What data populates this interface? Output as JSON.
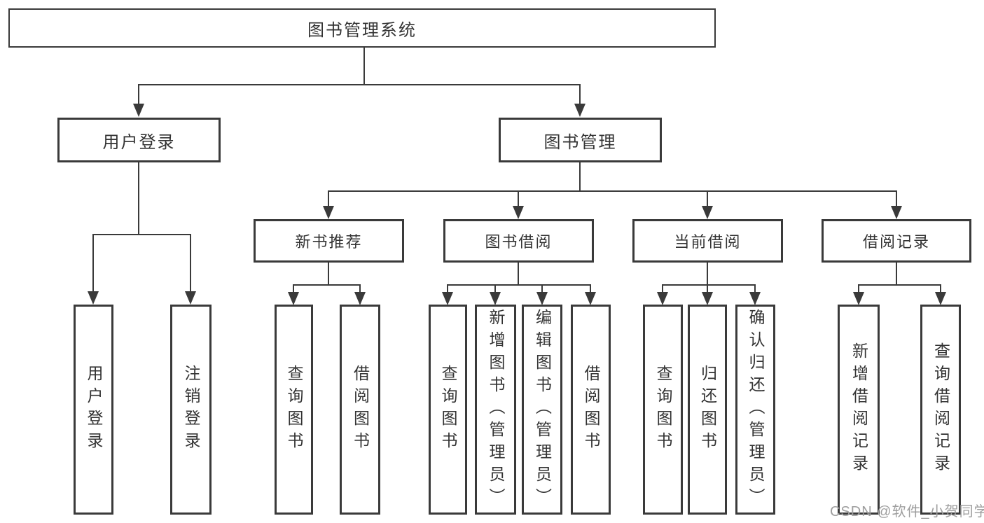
{
  "diagram": {
    "type": "hierarchy-tree",
    "root": {
      "label": "图书管理系统"
    },
    "branches": [
      {
        "label": "用户登录",
        "children": [
          {
            "label": "用户登录"
          },
          {
            "label": "注销登录"
          }
        ]
      },
      {
        "label": "图书管理",
        "children": [
          {
            "label": "新书推荐",
            "children": [
              {
                "label": "查询图书"
              },
              {
                "label": "借阅图书"
              }
            ]
          },
          {
            "label": "图书借阅",
            "children": [
              {
                "label": "查询图书"
              },
              {
                "label": "新增图书（管理员）"
              },
              {
                "label": "编辑图书（管理员）"
              },
              {
                "label": "借阅图书"
              }
            ]
          },
          {
            "label": "当前借阅",
            "children": [
              {
                "label": "查询图书"
              },
              {
                "label": "归还图书"
              },
              {
                "label": "确认归还（管理员）"
              }
            ]
          },
          {
            "label": "借阅记录",
            "children": [
              {
                "label": "新增借阅记录"
              },
              {
                "label": "查询借阅记录"
              }
            ]
          }
        ]
      }
    ]
  },
  "watermark": {
    "text": "CSDN @软件_小贺同学"
  },
  "colors": {
    "line": "#3a3a3a",
    "text": "#333333",
    "watermark": "#9e9e9e",
    "background": "#ffffff"
  }
}
